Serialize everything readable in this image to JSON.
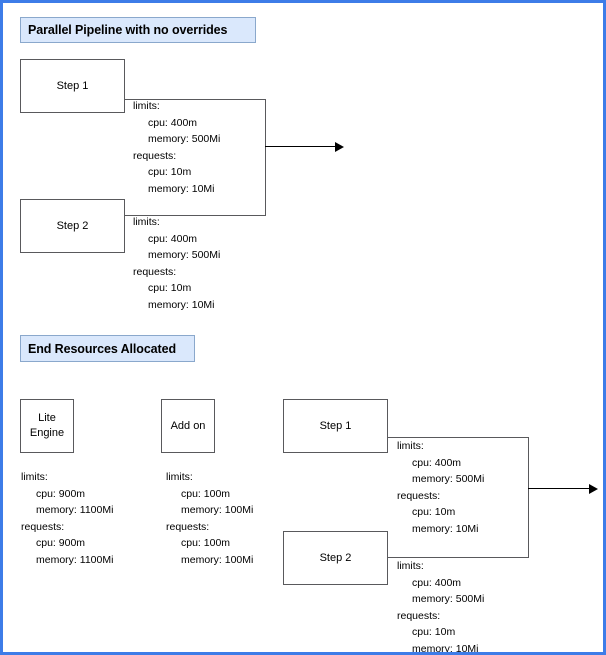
{
  "frame": {
    "border_color": "#3d7ce8",
    "background": "#ffffff"
  },
  "banner_colors": {
    "fill": "#dae8fc",
    "stroke": "#8aa8cc"
  },
  "sections": [
    {
      "id": "parallel-pipeline",
      "title": "Parallel Pipeline with no overrides"
    },
    {
      "id": "end-resources",
      "title": "End Resources Allocated"
    }
  ],
  "top": {
    "nodes": [
      {
        "id": "top-step-1",
        "label": "Step 1"
      },
      {
        "id": "top-step-2",
        "label": "Step 2"
      }
    ],
    "resources": [
      {
        "id": "top-step-1-resources",
        "limits_label": "limits:",
        "limits_cpu": "cpu: 400m",
        "limits_memory": "memory: 500Mi",
        "requests_label": "requests:",
        "requests_cpu": "cpu: 10m",
        "requests_memory": "memory: 10Mi"
      },
      {
        "id": "top-step-2-resources",
        "limits_label": "limits:",
        "limits_cpu": "cpu: 400m",
        "limits_memory": "memory: 500Mi",
        "requests_label": "requests:",
        "requests_cpu": "cpu: 10m",
        "requests_memory": "memory: 10Mi"
      }
    ]
  },
  "bottom": {
    "nodes": [
      {
        "id": "lite-engine",
        "label_line1": "Lite",
        "label_line2": "Engine"
      },
      {
        "id": "add-on",
        "label_line1": "Add on",
        "label_line2": ""
      },
      {
        "id": "bottom-step-1",
        "label_line1": "Step 1",
        "label_line2": ""
      },
      {
        "id": "bottom-step-2",
        "label_line1": "Step 2",
        "label_line2": ""
      }
    ],
    "resources": [
      {
        "id": "lite-engine-resources",
        "limits_label": "limits:",
        "limits_cpu": "cpu: 900m",
        "limits_memory": "memory: 1100Mi",
        "requests_label": "requests:",
        "requests_cpu": "cpu: 900m",
        "requests_memory": "memory: 1100Mi"
      },
      {
        "id": "add-on-resources",
        "limits_label": "limits:",
        "limits_cpu": "cpu: 100m",
        "limits_memory": "memory: 100Mi",
        "requests_label": "requests:",
        "requests_cpu": "cpu: 100m",
        "requests_memory": "memory: 100Mi"
      },
      {
        "id": "bottom-step-1-resources",
        "limits_label": "limits:",
        "limits_cpu": "cpu: 400m",
        "limits_memory": "memory: 500Mi",
        "requests_label": "requests:",
        "requests_cpu": "cpu: 10m",
        "requests_memory": "memory: 10Mi"
      },
      {
        "id": "bottom-step-2-resources",
        "limits_label": "limits:",
        "limits_cpu": "cpu: 400m",
        "limits_memory": "memory: 500Mi",
        "requests_label": "requests:",
        "requests_cpu": "cpu: 10m",
        "requests_memory": "memory: 10Mi"
      }
    ]
  }
}
